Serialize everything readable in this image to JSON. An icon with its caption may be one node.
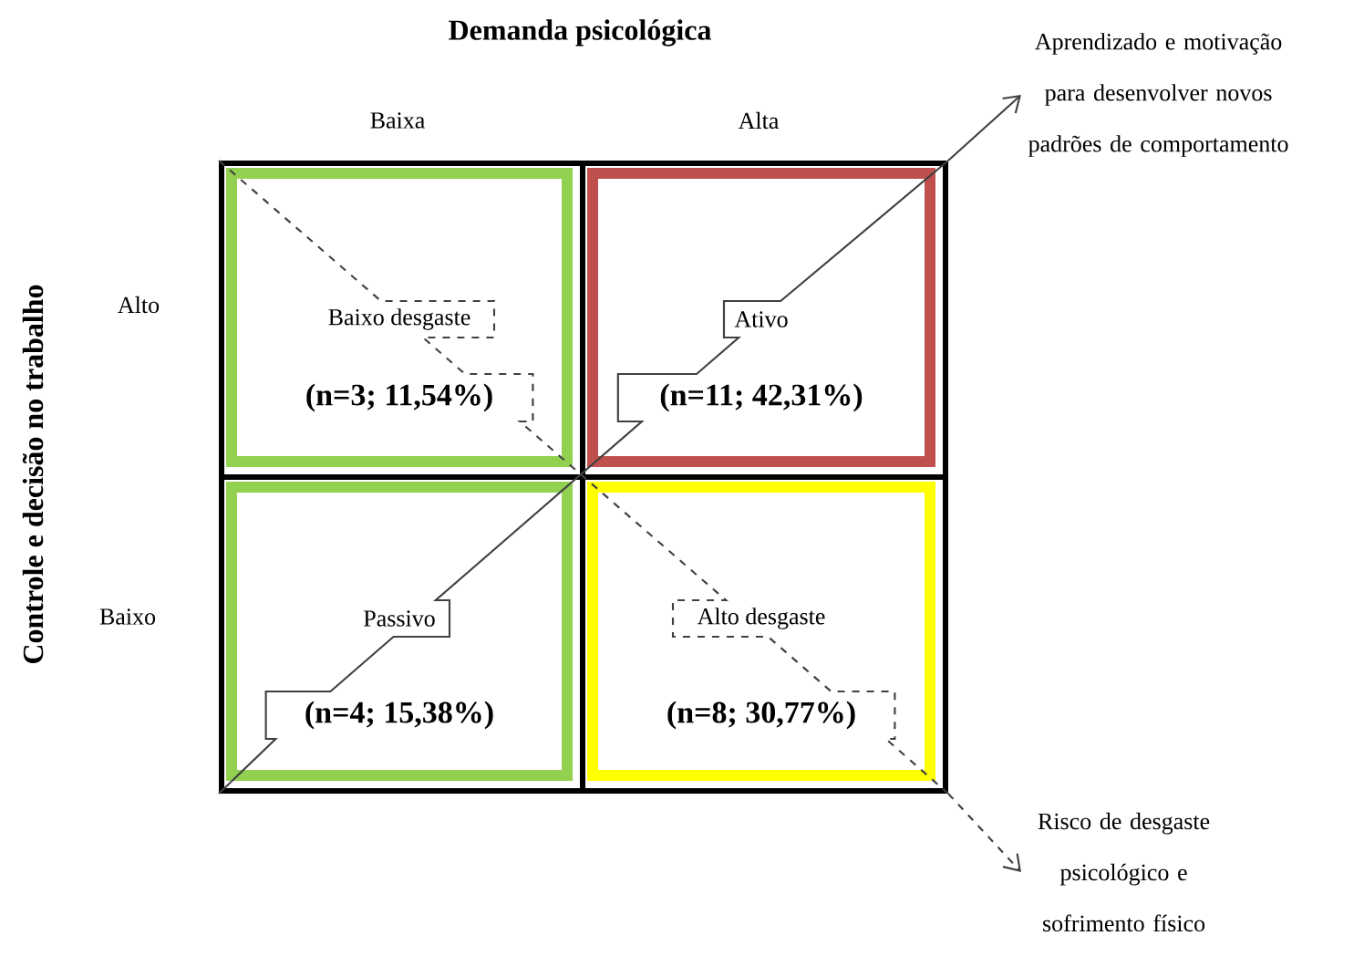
{
  "diagram": {
    "nodes": [
      {
        "text": [
          "Baixo desgaste",
          "(n=3; 11,54%)"
        ]
      },
      {
        "text": [
          "Ativo",
          "(n=11; 42,31%)"
        ]
      },
      {
        "text": [
          "Passivo",
          "(n=4; 15,38%)"
        ]
      },
      {
        "text": [
          "Alto desgaste",
          "(n=8; 30,77%)"
        ]
      },
      {
        "text": [
          "Aprendizado e motivação para desenvolver novos padrões de comportamento"
        ]
      },
      {
        "text": [
          "Risco de desgaste psicológico e sofrimento físico"
        ]
      }
    ],
    "edges": [
      {
        "from": 2,
        "to": 1,
        "arrow": "none"
      },
      {
        "from": 1,
        "to": 4,
        "arrow": "to"
      },
      {
        "from": 0,
        "to": 3,
        "arrow": "none",
        "style": "dashed"
      },
      {
        "from": 3,
        "to": 5,
        "arrow": "to",
        "style": "dashed"
      }
    ],
    "labels": [
      "Demanda psicológica",
      "Baixa",
      "Alta",
      "Controle e decisão no trabalho",
      "Alto",
      "Baixo"
    ]
  }
}
